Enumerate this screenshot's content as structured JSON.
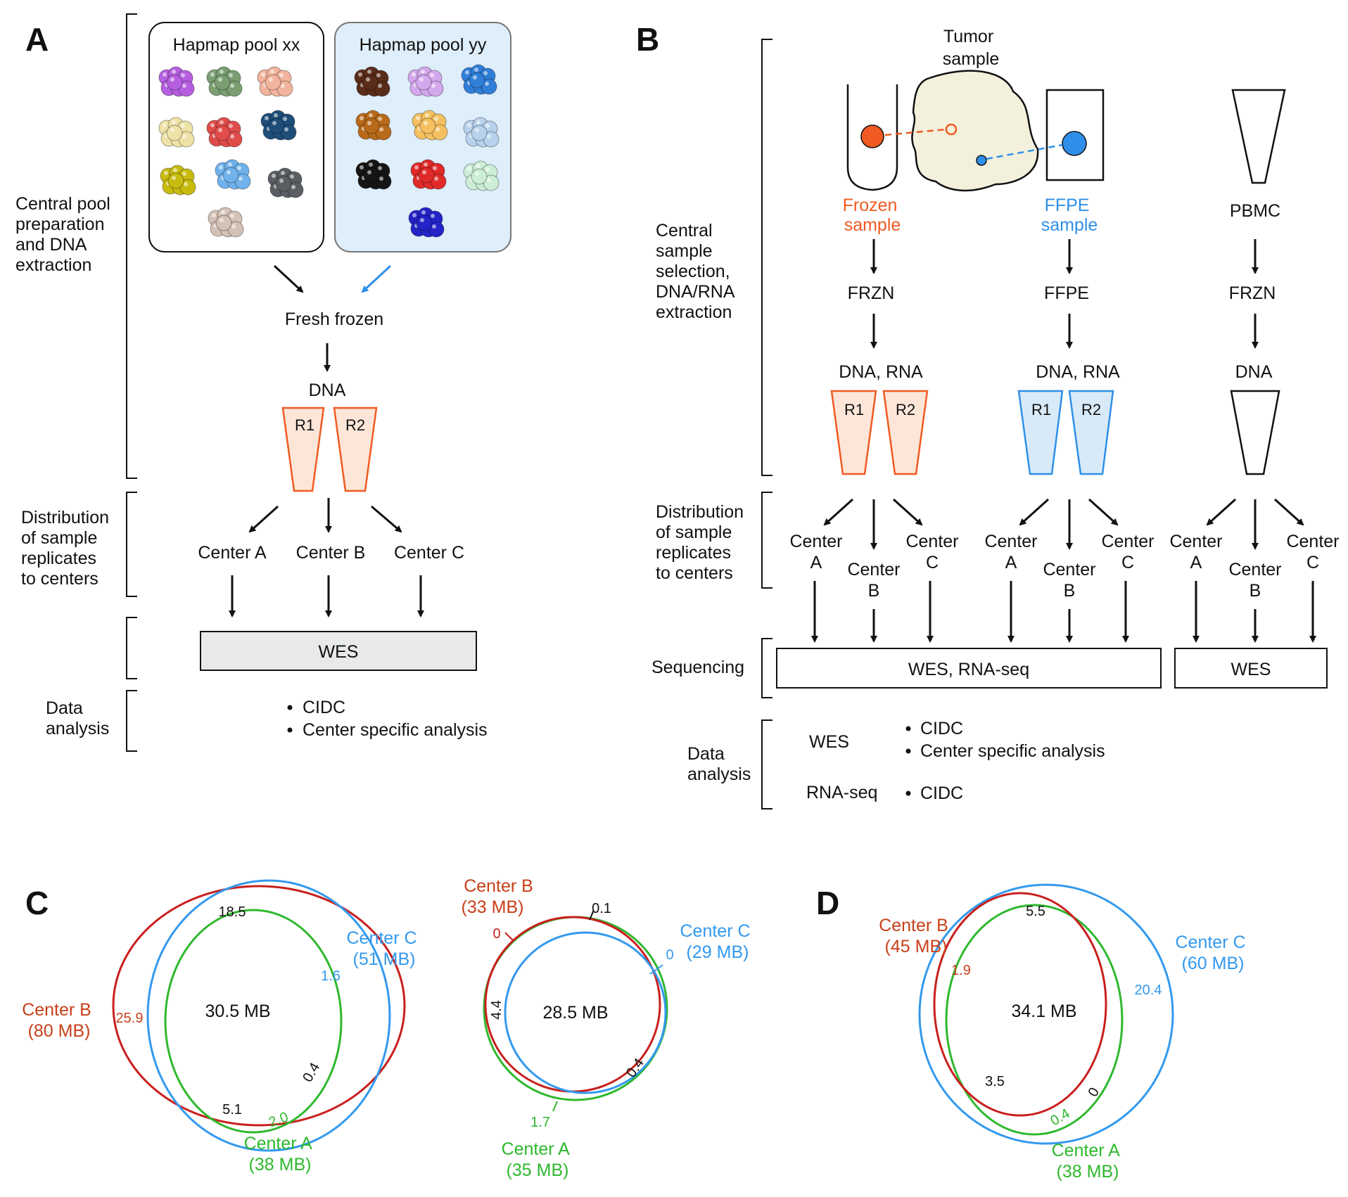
{
  "colors": {
    "frozen": "#f05a22",
    "ffpe": "#2f8fe8",
    "centerA": "#2eb82e",
    "centerB": "#c8201e",
    "centerC": "#3399ee",
    "centerBLabel": "#c8401a",
    "tubeFillOrange": "#fde6d8",
    "tubeFillBlue": "#d8eaf8",
    "poolFillBlue": "#dfeefb",
    "tumorFill": "#f3f0dc",
    "wesBoxFill": "#e8eaea"
  },
  "panelA": {
    "letter": "A",
    "stage_labels": {
      "prep": [
        "Central pool",
        "preparation",
        "and DNA",
        "extraction"
      ],
      "distribution": [
        "Distribution",
        "of sample",
        "replicates",
        "to centers"
      ],
      "analysis": [
        "Data",
        "analysis"
      ]
    },
    "pool_xx": {
      "title": "Hapmap pool xx",
      "clusters": [
        "#b65ee0",
        "#7a9e72",
        "#f2b49c",
        "#eee3a6",
        "#df4c4a",
        "#1e4e78",
        "#c8bb10",
        "#6fb2ec",
        "#5a5e62",
        "#d3c2b6"
      ]
    },
    "pool_yy": {
      "title": "Hapmap pool yy",
      "clusters": [
        "#5a2c1a",
        "#d4a8ec",
        "#2f7ed8",
        "#b86a1a",
        "#f4c060",
        "#b8d2ee",
        "#151515",
        "#e02a2a",
        "#cdeed6",
        "#2323c8"
      ]
    },
    "fresh_frozen": "Fresh frozen",
    "dna": "DNA",
    "replicates": [
      "R1",
      "R2"
    ],
    "centers": [
      "Center A",
      "Center B",
      "Center C"
    ],
    "sequencing": "WES",
    "analysis_items": [
      "CIDC",
      "Center specific analysis"
    ]
  },
  "panelB": {
    "letter": "B",
    "tumor_label": [
      "Tumor",
      "sample"
    ],
    "stage_labels": {
      "selection": [
        "Central",
        "sample",
        "selection,",
        "DNA/RNA",
        "extraction"
      ],
      "distribution": [
        "Distribution",
        "of sample",
        "replicates",
        "to centers"
      ],
      "sequencing": "Sequencing",
      "analysis": [
        "Data",
        "analysis"
      ]
    },
    "columns": [
      {
        "sample": [
          "Frozen",
          "sample"
        ],
        "type": "FRZN",
        "extract": "DNA, RNA",
        "replicates": [
          "R1",
          "R2"
        ]
      },
      {
        "sample": [
          "FFPE",
          "sample"
        ],
        "type": "FFPE",
        "extract": "DNA, RNA",
        "replicates": [
          "R1",
          "R2"
        ]
      },
      {
        "sample": [
          "PBMC"
        ],
        "type": "FRZN",
        "extract": "DNA",
        "replicates": []
      }
    ],
    "center_a": [
      "Center",
      "A"
    ],
    "center_b": [
      "Center",
      "B"
    ],
    "center_c": [
      "Center",
      "C"
    ],
    "seq_boxes": [
      "WES, RNA-seq",
      "WES"
    ],
    "analysis": {
      "wes": "WES",
      "wes_items": [
        "CIDC",
        "Center specific analysis"
      ],
      "rnaseq": "RNA-seq",
      "rnaseq_items": [
        "CIDC"
      ]
    }
  },
  "panelC": {
    "letter": "C",
    "venn1": {
      "center": "30.5 MB",
      "centerA": [
        "Center A",
        "(38 MB)"
      ],
      "centerB": [
        "Center B",
        "(80 MB)"
      ],
      "centerC": [
        "Center C",
        "(51 MB)"
      ],
      "regions": [
        "18.5",
        "25.9",
        "1.6",
        "0.4",
        "5.1",
        "2.0"
      ]
    },
    "venn2": {
      "center": "28.5 MB",
      "centerA": [
        "Center A",
        "(35 MB)"
      ],
      "centerB": [
        "Center B",
        "(33 MB)"
      ],
      "centerC": [
        "Center C",
        "(29 MB)"
      ],
      "regions": [
        "0",
        "0.1",
        "0",
        "4.4",
        "0.4",
        "1.7"
      ]
    }
  },
  "panelD": {
    "letter": "D",
    "venn": {
      "center": "34.1 MB",
      "centerA": [
        "Center A",
        "(38 MB)"
      ],
      "centerB": [
        "Center B",
        "(45 MB)"
      ],
      "centerC": [
        "Center C",
        "(60 MB)"
      ],
      "regions": [
        "5.5",
        "1.9",
        "20.4",
        "3.5",
        "0",
        "0.4"
      ]
    }
  }
}
